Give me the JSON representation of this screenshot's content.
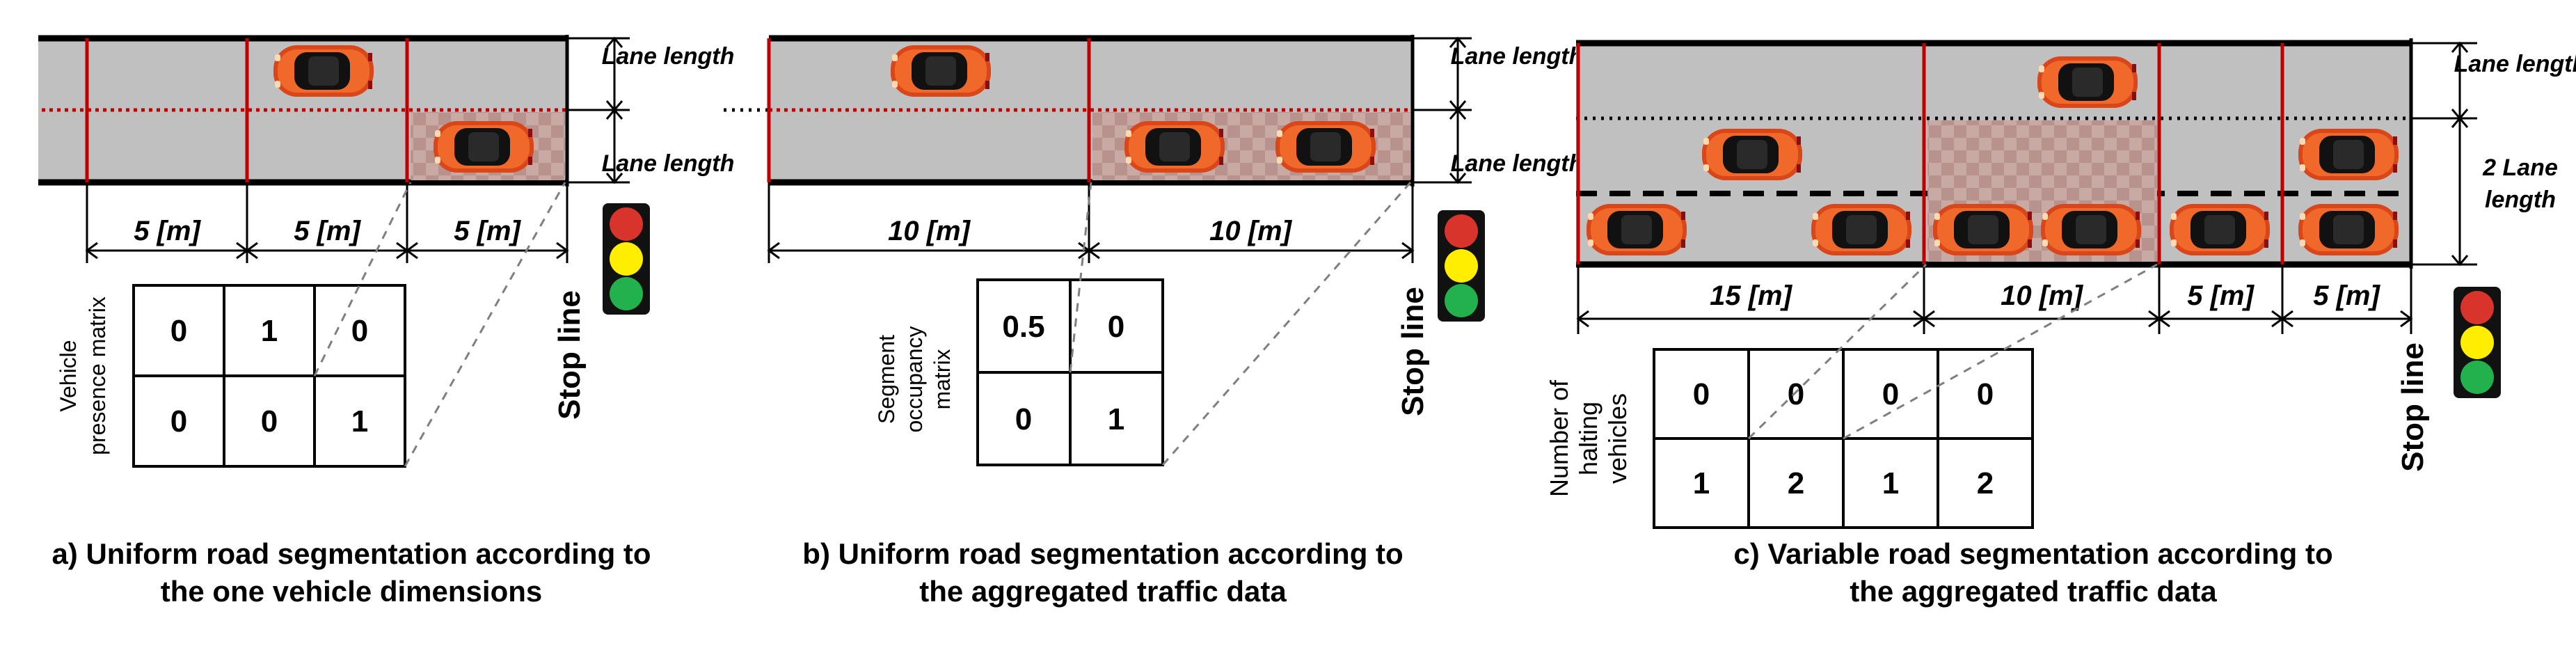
{
  "panels": {
    "a": {
      "lane_label": "Lane length",
      "segments": [
        "5 [m]",
        "5 [m]",
        "5 [m]"
      ],
      "matrix_title": [
        "Vehicle",
        "presence matrix"
      ],
      "matrix": [
        [
          "0",
          "1",
          "0"
        ],
        [
          "0",
          "0",
          "1"
        ]
      ],
      "stop_line": "Stop line",
      "caption": [
        "a) Uniform road segmentation according to",
        "the one vehicle dimensions"
      ]
    },
    "b": {
      "lane_label": "Lane length",
      "segments": [
        "10 [m]",
        "10 [m]"
      ],
      "matrix_title": [
        "Segment",
        "occupancy",
        "matrix"
      ],
      "matrix": [
        [
          "0.5",
          "0"
        ],
        [
          "0",
          "1"
        ]
      ],
      "stop_line": "Stop line",
      "caption": [
        "b) Uniform road segmentation according to",
        "the aggregated traffic data"
      ]
    },
    "c": {
      "lane_label": "Lane length",
      "lane_label_2": [
        "2 Lane",
        "length"
      ],
      "segments": [
        "15 [m]",
        "10 [m]",
        "5 [m]",
        "5 [m]"
      ],
      "matrix_title": [
        "Number of",
        "halting",
        "vehicles"
      ],
      "matrix": [
        [
          "0",
          "0",
          "0",
          "0"
        ],
        [
          "1",
          "2",
          "1",
          "2"
        ]
      ],
      "stop_line": "Stop line",
      "caption": [
        "c) Variable road segmentation according to",
        "the aggregated traffic data"
      ]
    }
  },
  "colors": {
    "road": "#c0c0c0",
    "segment_boundary": "#c00000",
    "highlight_cell": "#c9a9a4",
    "car_body": "#e0521a",
    "light_red": "#d9342b",
    "light_yellow": "#ffee00",
    "light_green": "#22b14c"
  },
  "icons": [
    "car-icon",
    "traffic-light-icon"
  ]
}
